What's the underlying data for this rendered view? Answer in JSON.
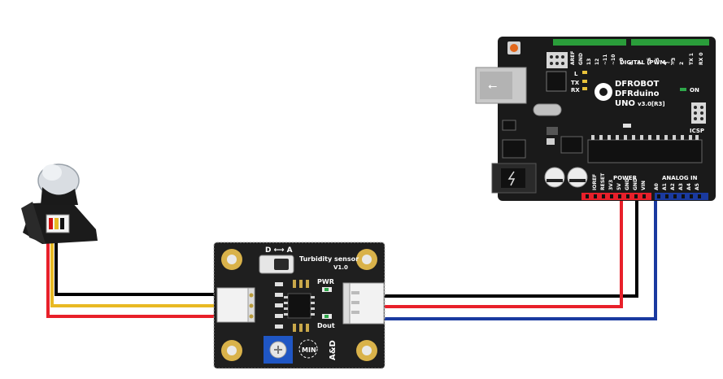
{
  "arduino": {
    "brand": "DFROBOT",
    "model": "DFRduino",
    "version_main": "UNO",
    "version_sub": "v3.0[R3]",
    "digital_header": "DIGITAL (PWM~)",
    "icsp": "ICSP",
    "on_label": "ON",
    "led_l": "L",
    "led_tx": "TX",
    "led_rx": "RX",
    "power_header": "POWER",
    "analog_header": "ANALOG IN",
    "top_pins": [
      "AREF",
      "GND",
      "13",
      "12",
      "~11",
      "~10",
      "~9",
      "8",
      "7",
      "~6",
      "~5",
      "4",
      "~3",
      "2",
      "TX 1",
      "RX 0"
    ],
    "power_pins": [
      "IOREF",
      "RESET",
      "3V3",
      "5V",
      "GND",
      "GND",
      "VIN"
    ],
    "analog_pins": [
      "A0",
      "A1",
      "A2",
      "A3",
      "A4",
      "A5"
    ]
  },
  "sensor_board": {
    "switch_label": "D ⟷ A",
    "title": "Turbidity sensor",
    "version": "V1.0",
    "pwr_label": "PWR",
    "dout_label": "Dout",
    "min_label": "MIN",
    "logo": "A&D"
  },
  "wires": {
    "black": "#000000",
    "red": "#e8202a",
    "yellow": "#e8b923",
    "blue": "#1a3aa0"
  }
}
